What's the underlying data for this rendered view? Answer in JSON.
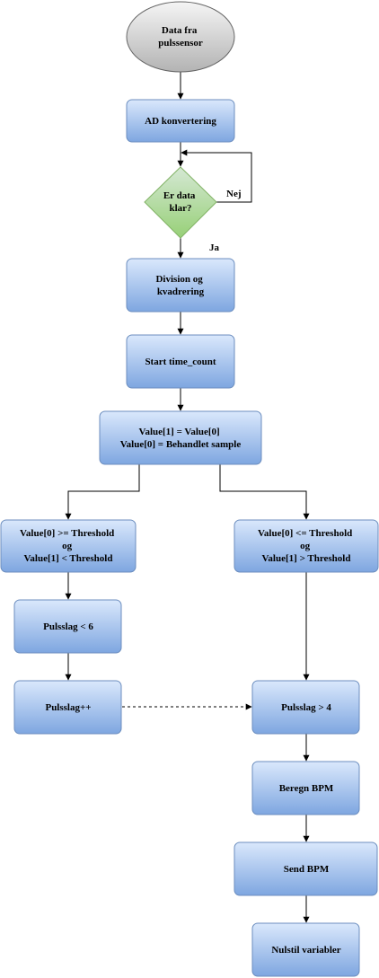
{
  "nodes": {
    "start": [
      "Data fra",
      "pulssensor"
    ],
    "ad": [
      "AD konvertering"
    ],
    "decision": [
      "Er data",
      "klar?"
    ],
    "division": [
      "Division og",
      "kvadrering"
    ],
    "start_time": [
      "Start time_count"
    ],
    "value": [
      "Value[1] = Value[0]",
      "Value[0] = Behandlet sample"
    ],
    "left_cond": [
      "Value[0] >= Threshold",
      "og",
      "Value[1] < Threshold"
    ],
    "right_cond": [
      "Value[0] <= Threshold",
      "og",
      "Value[1] > Threshold"
    ],
    "puls_lt": [
      "Pulsslag < 6"
    ],
    "puls_pp": [
      "Pulsslag++"
    ],
    "puls_gt": [
      "Pulsslag > 4"
    ],
    "beregn": [
      "Beregn BPM"
    ],
    "send": [
      "Send BPM"
    ],
    "nulstil": [
      "Nulstil variabler"
    ]
  },
  "labels": {
    "nej": "Nej",
    "ja": "Ja"
  },
  "colors": {
    "process_fill_top": "#dae8fc",
    "process_fill_bottom": "#7ea6e0",
    "process_stroke": "#6c8ebf",
    "start_fill_top": "#f5f5f5",
    "start_fill_bottom": "#b3b3b3",
    "decision_fill_top": "#d5e8d4",
    "decision_fill_bottom": "#97d077",
    "decision_stroke": "#82b366"
  }
}
